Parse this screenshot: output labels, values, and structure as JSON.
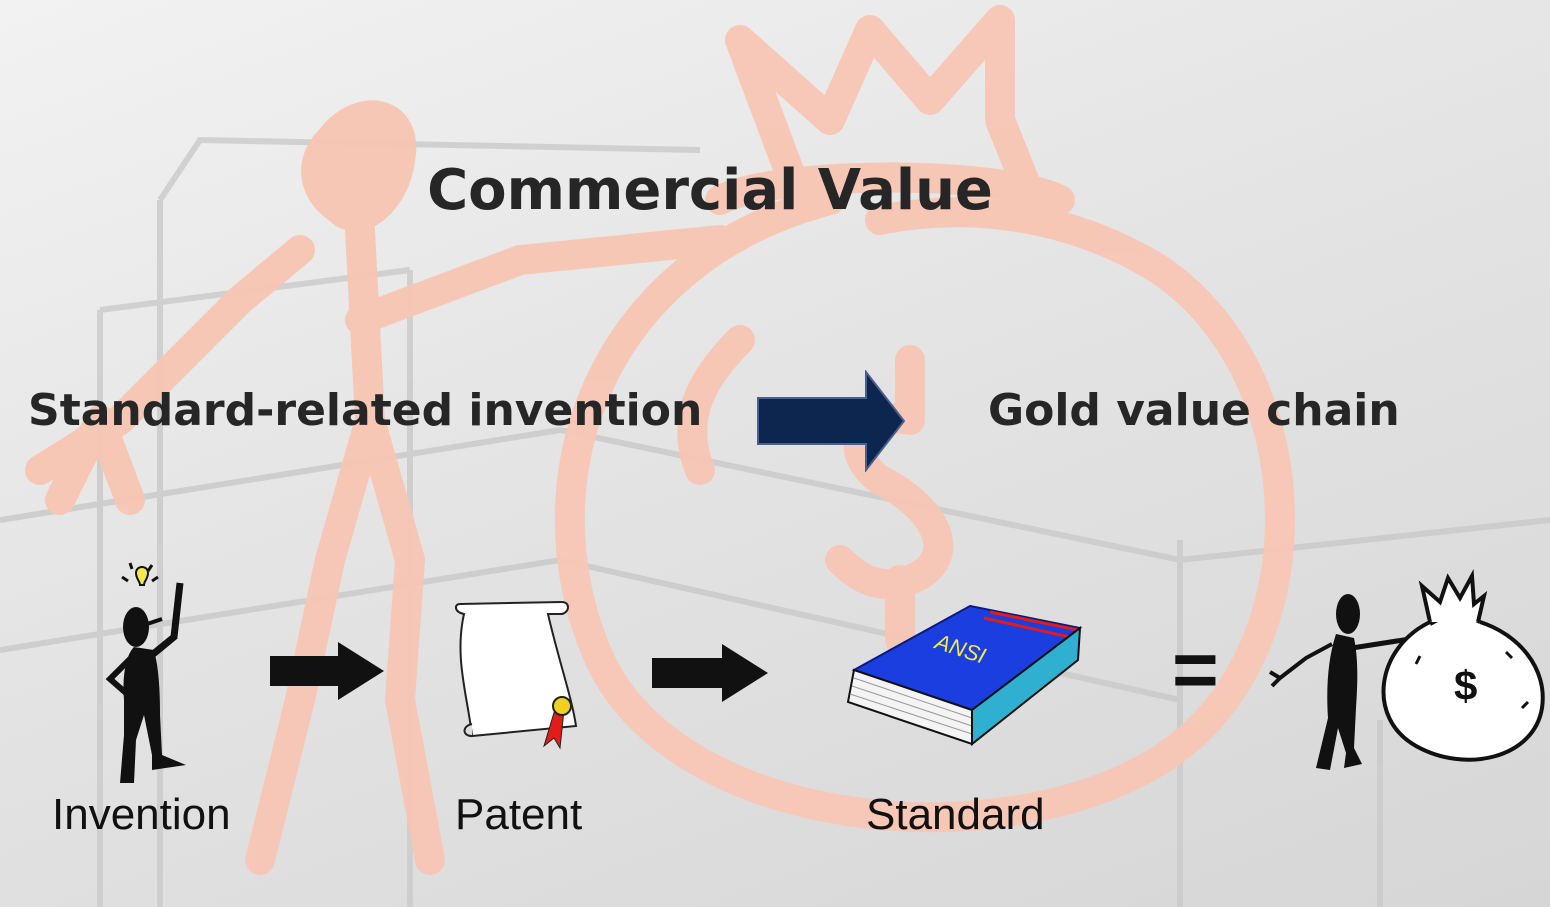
{
  "slide": {
    "title": "Commercial Value",
    "left_heading": "Standard-related invention",
    "right_heading": "Gold value chain",
    "equals_sign": "=",
    "steps": [
      {
        "label": "Invention",
        "icon": "thinking-person-icon"
      },
      {
        "label": "Patent",
        "icon": "scroll-certificate-icon"
      },
      {
        "label": "Standard",
        "icon": "book-icon"
      }
    ],
    "book_text": "ANSI",
    "money_bag_symbol": "$",
    "result_icon": "person-with-money-bag-icon",
    "colors": {
      "watermark": "#f8c8b8",
      "big_arrow": "#0d2650",
      "book_cover": "#1a3ee0",
      "ribbon": "#e21b1b",
      "seal": "#f0d020"
    }
  }
}
